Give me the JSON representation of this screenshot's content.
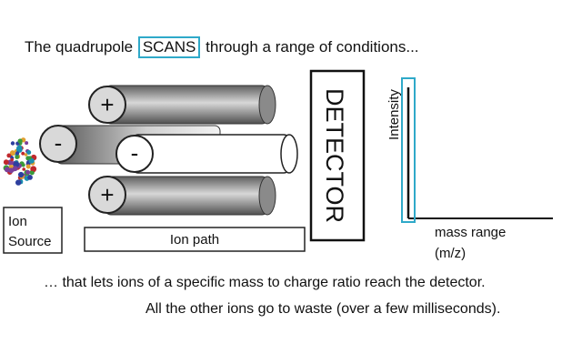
{
  "headline": {
    "before": "The quadrupole",
    "highlight": "SCANS",
    "after": "through a range of conditions..."
  },
  "rods": {
    "top_sign": "+",
    "middle_left_sign": "-",
    "middle_right_sign": "-",
    "bottom_sign": "+"
  },
  "ion_source": {
    "line1": "Ion",
    "line2": "Source"
  },
  "ion_path": {
    "label": "Ion path"
  },
  "detector": {
    "label": "DETECTOR"
  },
  "spectrum": {
    "y_label": "Intensity",
    "x_label_line1": "mass range",
    "x_label_line2": "(m/z)"
  },
  "footer": {
    "line1": "… that lets ions of a specific mass to charge ratio reach the detector.",
    "line2": "All the other ions go to waste (over a few milliseconds)."
  },
  "colors": {
    "highlight": "#2fa9c9",
    "rod_dark": "#6e6e6e",
    "rod_light": "#e6e6e6",
    "ions": [
      "#2d3f9e",
      "#c0282d",
      "#3a9a3a",
      "#7b3f99",
      "#e0a030",
      "#1a8fb0"
    ]
  }
}
